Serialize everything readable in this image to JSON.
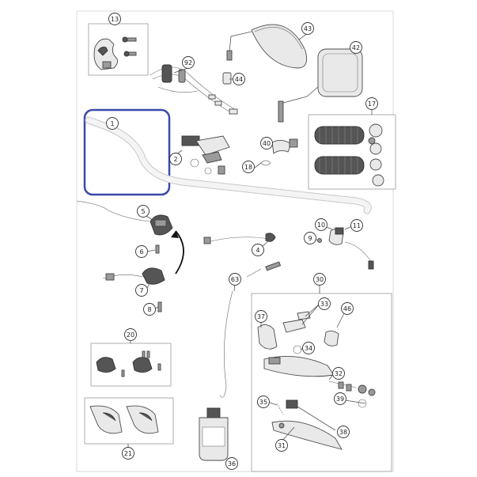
{
  "callouts": {
    "c1": "1",
    "c2": "2",
    "c4": "4",
    "c5": "5",
    "c6": "6",
    "c7": "7",
    "c8": "8",
    "c9": "9",
    "c10": "10",
    "c11": "11",
    "c13": "13",
    "c17": "17",
    "c18": "18",
    "c20": "20",
    "c21": "21",
    "c30": "30",
    "c31": "31",
    "c32": "32",
    "c33": "33",
    "c34": "34",
    "c35": "35",
    "c36": "36",
    "c37": "37",
    "c38": "38",
    "c39": "39",
    "c40": "40",
    "c42": "42",
    "c43": "43",
    "c44": "44",
    "c46": "46",
    "c63": "63",
    "c92": "92"
  },
  "colors": {
    "highlight": "#3b4aa8",
    "outline": "#4a4a4a",
    "frame": "#9a9a9a",
    "grip": "#555555"
  }
}
